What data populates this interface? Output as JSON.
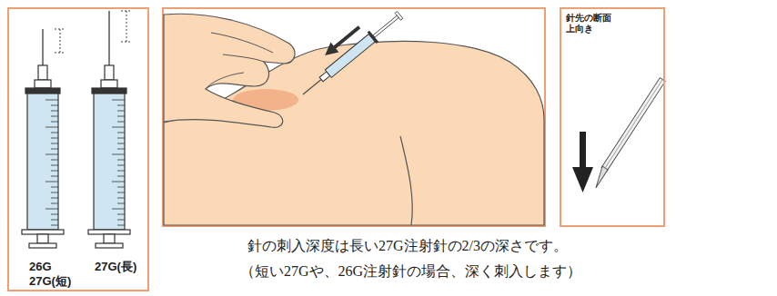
{
  "diagram": {
    "nodes": [
      {
        "text": [
          "26G 27G(短)",
          "27G(長)"
        ]
      },
      {
        "text": [
          "針先の断面 上向き"
        ]
      }
    ],
    "labels": [
      "針の刺入深度は長い27G注射針の2/3の深さです。",
      "（短い27Gや、26G注射針の場合、深く刺入します）"
    ]
  }
}
